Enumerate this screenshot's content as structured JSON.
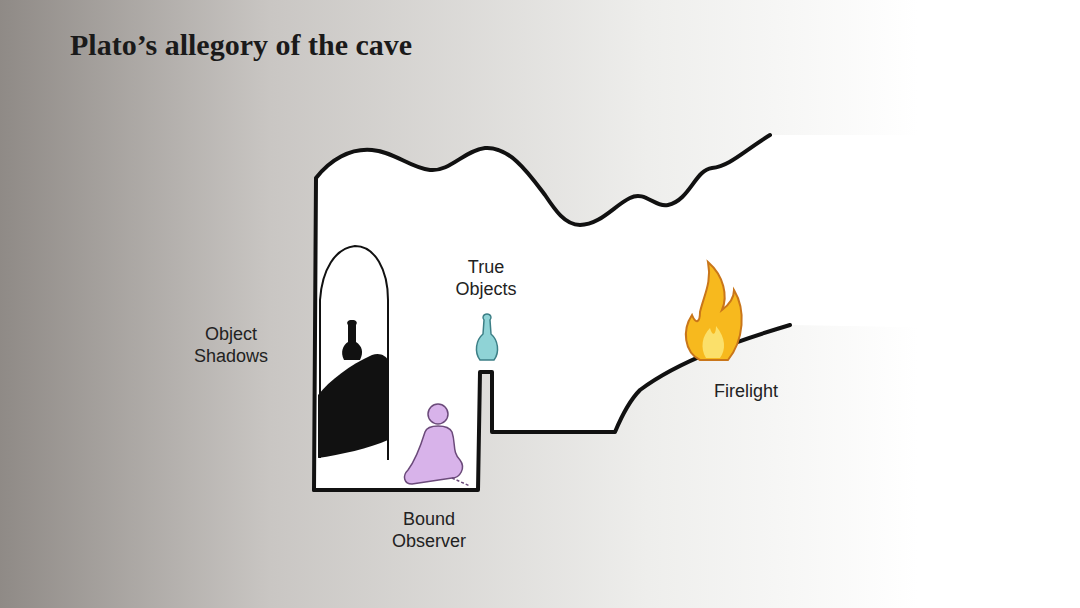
{
  "diagram": {
    "title": "Plato’s allegory of the cave",
    "labels": [
      "True Objects",
      "Object Shadows",
      "Firelight",
      "Bound Observer"
    ]
  }
}
